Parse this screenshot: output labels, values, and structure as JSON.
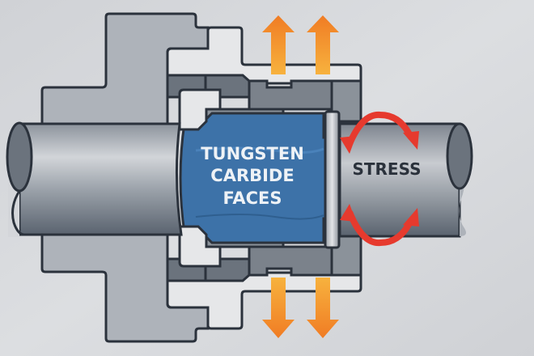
{
  "diagram": {
    "title": "Mechanical seal cross-section",
    "labels": {
      "faces_line1": "TUNGSTEN",
      "faces_line2": "CARBIDE",
      "faces_line3": "FACES",
      "stress": "STRESS"
    },
    "colors": {
      "background": "#d6d8dc",
      "outline": "#2b323c",
      "housing": "#aeb3ba",
      "gland_light": "#e6e7e9",
      "ring_dark": "#6b737d",
      "ring_mid": "#8b929a",
      "faces_blue": "#3d72a8",
      "shaft_light": "#c9ccd1",
      "shaft_dark": "#5d6672",
      "arrow_orange_top": "#f08a2a",
      "arrow_orange_bottom": "#f5ab3a",
      "stress_red": "#e63a2e",
      "label_white": "#eef2f6",
      "label_dark": "#2b323c"
    },
    "arrows": {
      "pressure_up_count": 2,
      "pressure_down_count": 2,
      "stress_rotation_count": 2
    }
  }
}
